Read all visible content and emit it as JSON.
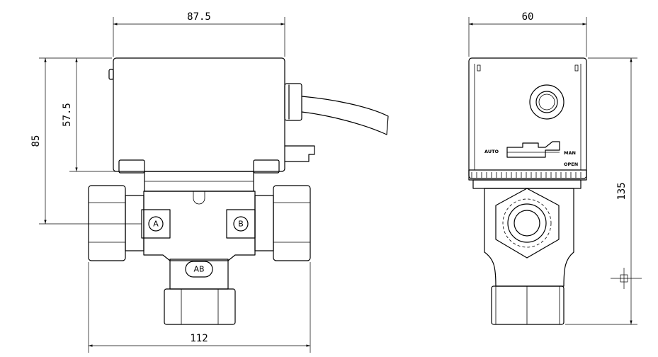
{
  "dimensions": {
    "top_width_left": "87.5",
    "height_inner": "57.5",
    "height_outer": "85",
    "bottom_width": "112",
    "top_width_right": "60",
    "height_right": "135"
  },
  "port_labels": {
    "a": "A",
    "b": "B",
    "ab": "AB"
  },
  "switch_labels": {
    "auto": "AUTO",
    "man": "MAN",
    "open": "OPEN"
  }
}
